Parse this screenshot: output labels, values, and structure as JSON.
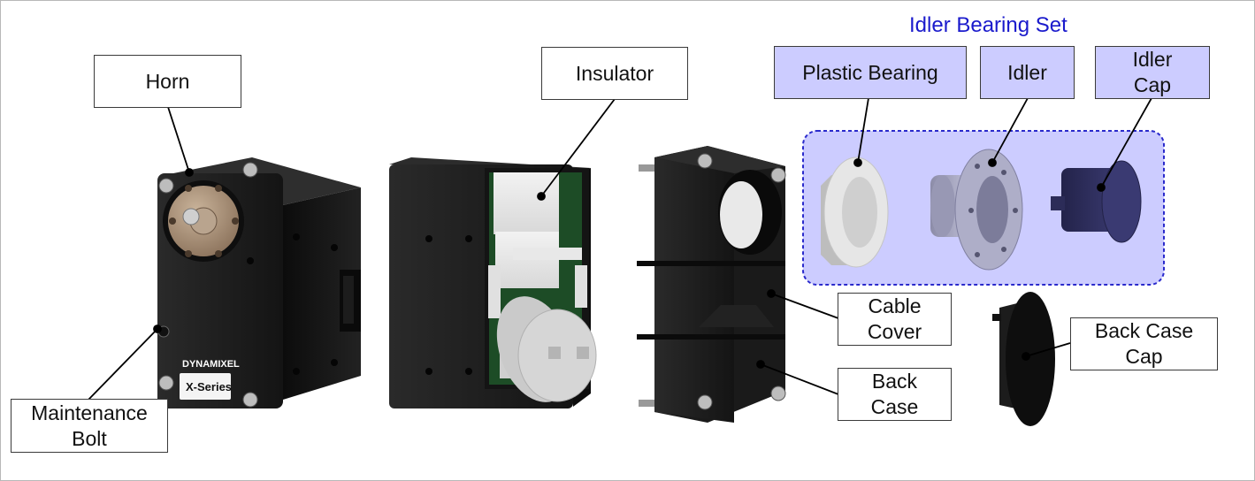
{
  "title": "Idler Bearing Set",
  "labels": {
    "horn": "Horn",
    "insulator": "Insulator",
    "plastic_bearing": "Plastic Bearing",
    "idler": "Idler",
    "idler_cap": "Idler\nCap",
    "cable_cover": "Cable\nCover",
    "back_case": "Back\nCase",
    "back_case_cap": "Back Case\nCap",
    "maintenance_bolt": "Maintenance\nBolt"
  },
  "product_marks": {
    "brand": "DYNAMIXEL",
    "series": "X-Series"
  },
  "colors": {
    "set_fill": "#ccccff",
    "set_border": "#2a2acc",
    "heading": "#1a1acc",
    "body_black": "#1b1b1b"
  }
}
